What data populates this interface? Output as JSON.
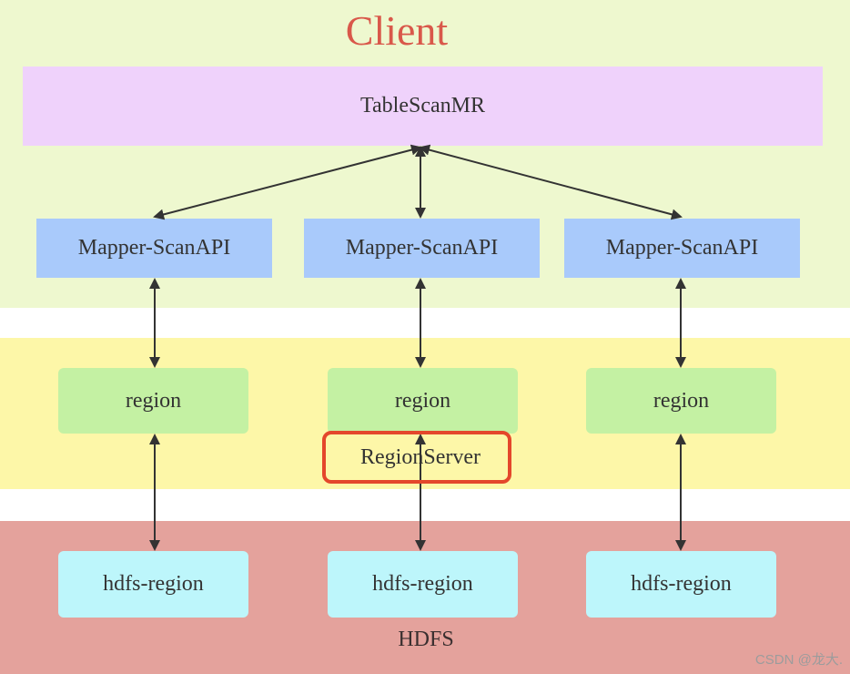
{
  "layers": {
    "client": {
      "title": "Client",
      "color": "#eef8cf"
    },
    "region_server": {
      "title": "RegionServer",
      "color": "#fdf7a8",
      "highlight_color": "#e4472b"
    },
    "hdfs": {
      "title": "HDFS",
      "color": "#e4a29c"
    }
  },
  "nodes": {
    "table_scan": "TableScanMR",
    "mappers": [
      "Mapper-ScanAPI",
      "Mapper-ScanAPI",
      "Mapper-ScanAPI"
    ],
    "regions": [
      "region",
      "region",
      "region"
    ],
    "hdfs_regions": [
      "hdfs-region",
      "hdfs-region",
      "hdfs-region"
    ]
  },
  "edges": [
    {
      "from": "TableScanMR",
      "to": "Mapper-ScanAPI (left)",
      "direction": "bidirectional"
    },
    {
      "from": "TableScanMR",
      "to": "Mapper-ScanAPI (center)",
      "direction": "bidirectional"
    },
    {
      "from": "TableScanMR",
      "to": "Mapper-ScanAPI (right)",
      "direction": "bidirectional"
    },
    {
      "from": "Mapper-ScanAPI (left)",
      "to": "region (left)",
      "direction": "bidirectional"
    },
    {
      "from": "Mapper-ScanAPI (center)",
      "to": "region (center)",
      "direction": "bidirectional"
    },
    {
      "from": "Mapper-ScanAPI (right)",
      "to": "region (right)",
      "direction": "bidirectional"
    },
    {
      "from": "region (left)",
      "to": "hdfs-region (left)",
      "direction": "bidirectional"
    },
    {
      "from": "region (center)",
      "to": "hdfs-region (center)",
      "direction": "bidirectional"
    },
    {
      "from": "region (right)",
      "to": "hdfs-region (right)",
      "direction": "bidirectional"
    }
  ],
  "colors": {
    "table_scan": "#efd2fb",
    "mapper": "#a9cafb",
    "region": "#c4f1a3",
    "hdfs_region": "#bdf6fb",
    "arrow": "#333333"
  },
  "watermark": "CSDN @龙大."
}
